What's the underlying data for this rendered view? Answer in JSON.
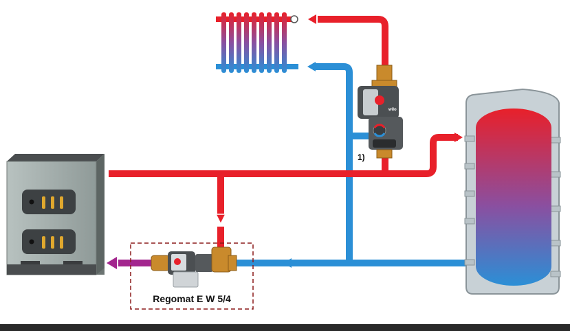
{
  "labels": {
    "group_label": "Regomat E W 5/4",
    "footnote_marker": "1)",
    "pump_brand": "wilo"
  },
  "colors": {
    "hot": "#e8202a",
    "cold": "#2b8fd6",
    "outlet": "#a3268e",
    "boiler_body": "#9aa5a3",
    "boiler_top": "#4a4d4f",
    "tank_shell": "#c8d1d6",
    "tank_top": "#e63a3a",
    "tank_bottom": "#2e86d6",
    "brass": "#c98a2c",
    "pump_body": "#4b4f52",
    "dashed_frame": "#8b1a1a",
    "bottom_bar": "#2a2a2a"
  }
}
